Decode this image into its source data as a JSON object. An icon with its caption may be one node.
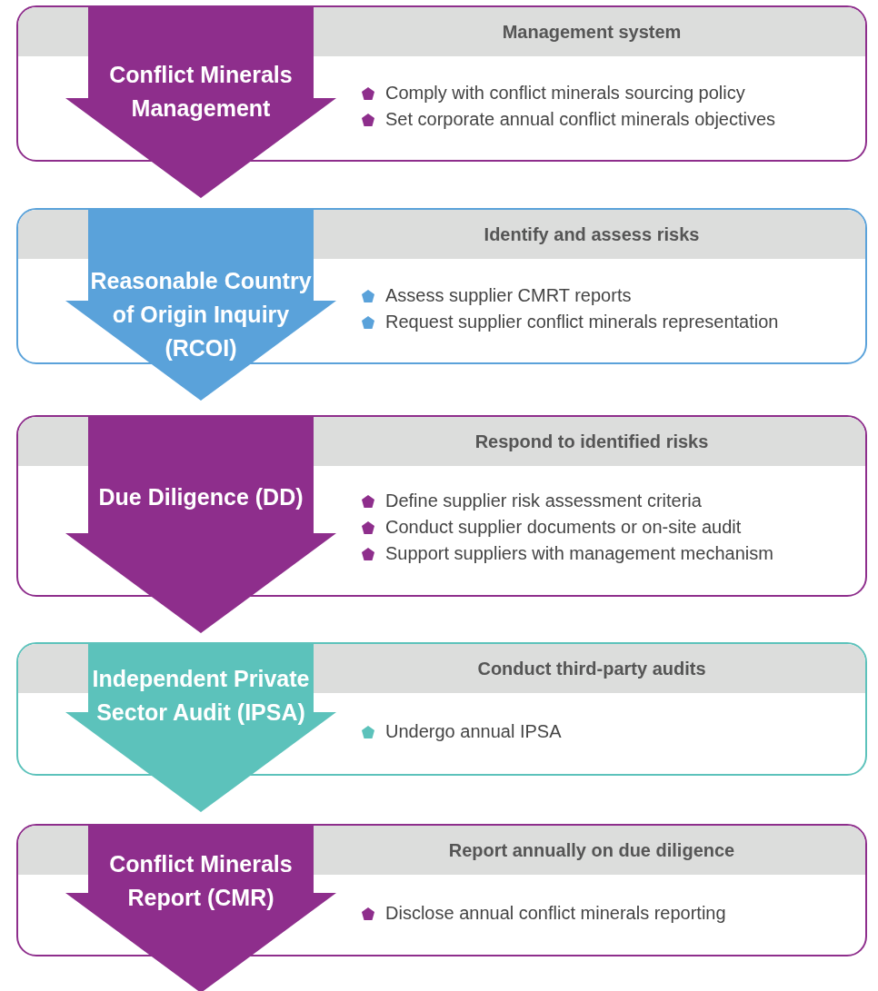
{
  "diagram": {
    "nodes": [
      {
        "text": [
          "Management system",
          "Comply with conflict minerals sourcing policy",
          "Set corporate annual conflict minerals objectives"
        ]
      },
      {
        "text": [
          "Conflict Minerals Management"
        ]
      },
      {
        "text": [
          "Identify and assess risks",
          "Assess supplier CMRT reports",
          "Request supplier conflict minerals representation"
        ]
      },
      {
        "text": [
          "Reasonable Country of Origin Inquiry (RCOI)"
        ]
      },
      {
        "text": [
          "Respond to identified risks",
          "Define supplier risk assessment criteria",
          "Conduct supplier documents or on-site audit",
          "Support suppliers with management mechanism"
        ]
      },
      {
        "text": [
          "Due Diligence (DD)"
        ]
      },
      {
        "text": [
          "Conduct third-party audits",
          "Undergo annual IPSA"
        ]
      },
      {
        "text": [
          "Independent Private Sector Audit (IPSA)"
        ]
      },
      {
        "text": [
          "Report annually on due diligence",
          "Disclose annual conflict minerals reporting"
        ]
      },
      {
        "text": [
          "Conflict Minerals Report (CMR)"
        ]
      }
    ]
  }
}
